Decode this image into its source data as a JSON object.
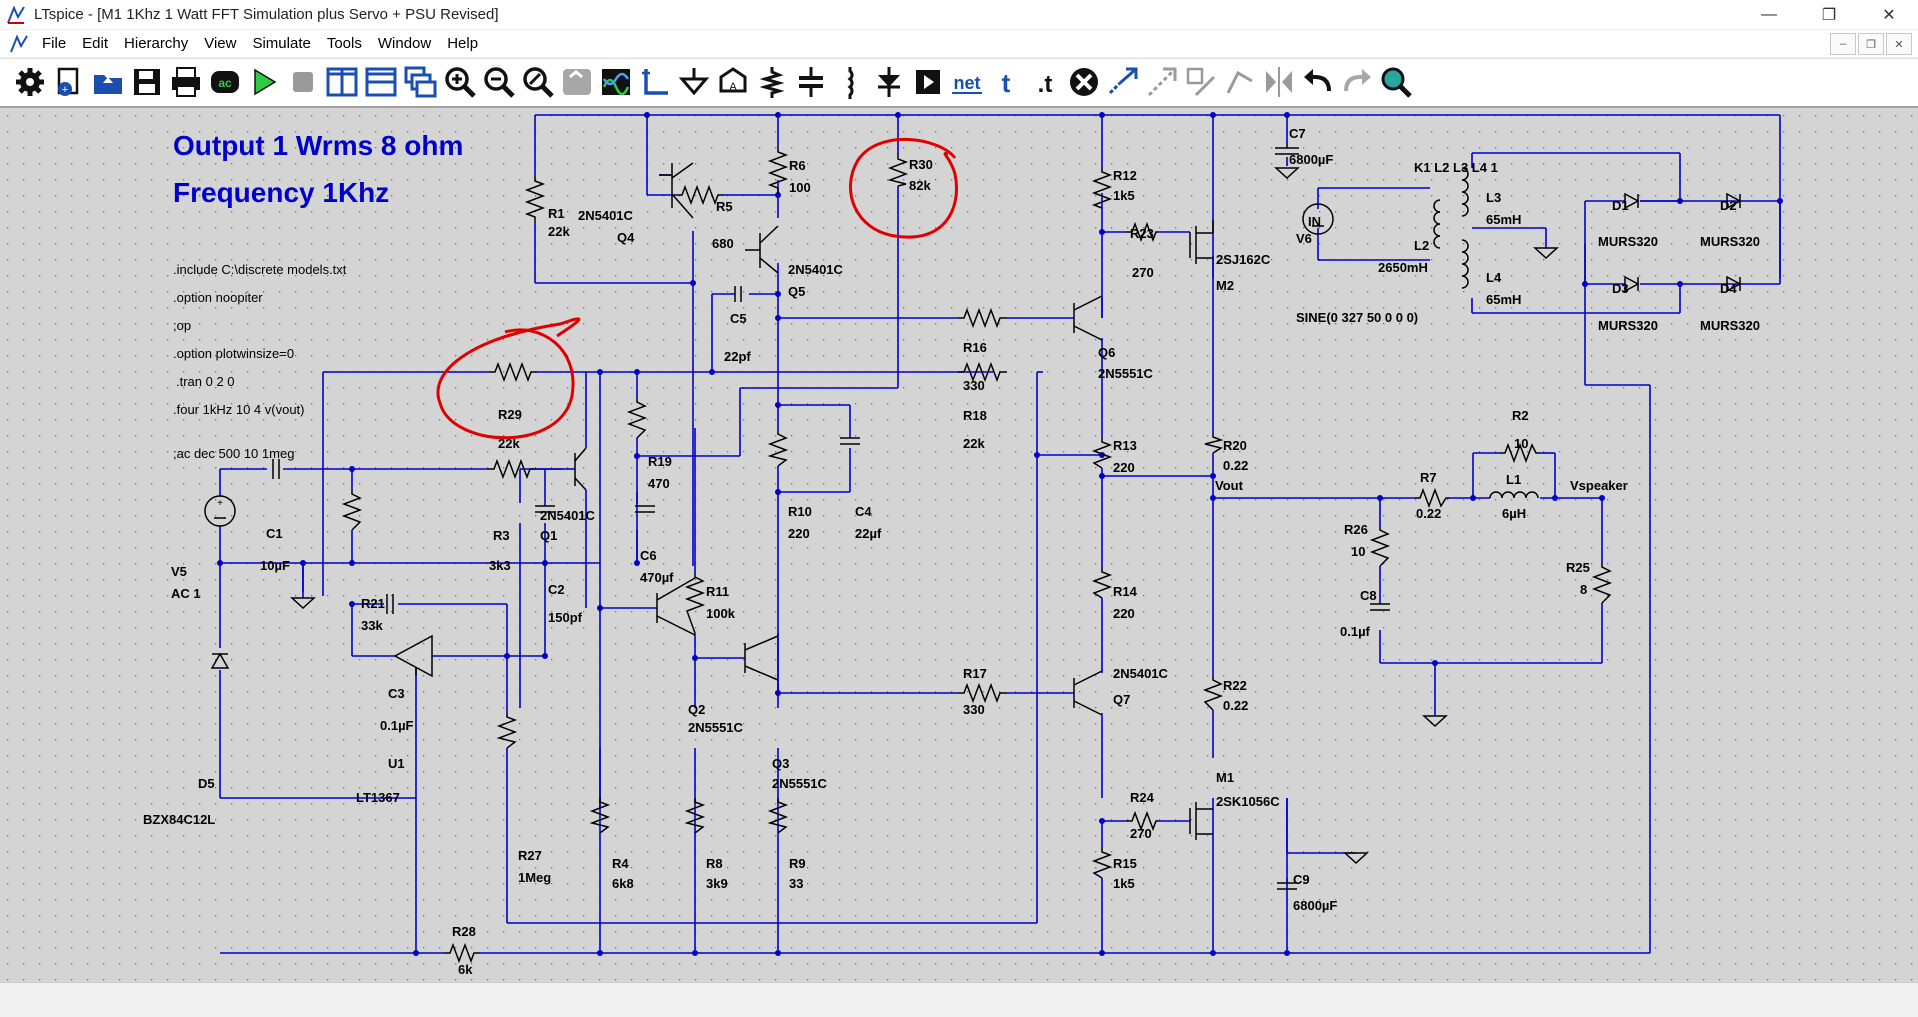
{
  "window": {
    "title": "LTspice - [M1 1Khz 1 Watt FFT Simulation plus Servo + PSU Revised]",
    "controls": [
      "—",
      "❐",
      "✕"
    ]
  },
  "menu": [
    "File",
    "Edit",
    "Hierarchy",
    "View",
    "Simulate",
    "Tools",
    "Window",
    "Help"
  ],
  "mdi_controls": [
    "–",
    "❐",
    "✕"
  ],
  "toolbar": {
    "net_label": "net",
    "t_label": "t",
    "dot_t_label": ".t",
    "ac_label": "ac"
  },
  "schematic": {
    "heading": "Output 1 Wrms 8 ohm",
    "subheading": "Frequency 1Khz",
    "directives": [
      ".include C:\\discrete models.txt",
      ".option noopiter",
      ";op",
      ".option plotwinsize=0",
      ".tran 0 2 0",
      ".four 1kHz 10 4 v(vout)",
      ";ac dec 500 10 1meg"
    ],
    "components": {
      "R1": {
        "name": "R1",
        "value": "22k"
      },
      "R2": {
        "name": "R2",
        "value": "10"
      },
      "R3": {
        "name": "R3",
        "value": "3k3"
      },
      "R4": {
        "name": "R4",
        "value": "6k8"
      },
      "R5": {
        "name": "R5",
        "value": "680"
      },
      "R6": {
        "name": "R6",
        "value": "100"
      },
      "R7": {
        "name": "R7",
        "value": "0.22"
      },
      "R8": {
        "name": "R8",
        "value": "3k9"
      },
      "R9": {
        "name": "R9",
        "value": "33"
      },
      "R10": {
        "name": "R10",
        "value": "220"
      },
      "R11": {
        "name": "R11",
        "value": "100k"
      },
      "R12": {
        "name": "R12",
        "value": "1k5"
      },
      "R13": {
        "name": "R13",
        "value": "220"
      },
      "R14": {
        "name": "R14",
        "value": "220"
      },
      "R15": {
        "name": "R15",
        "value": "1k5"
      },
      "R16": {
        "name": "R16",
        "value": "330"
      },
      "R17": {
        "name": "R17",
        "value": "330"
      },
      "R18": {
        "name": "R18",
        "value": "22k"
      },
      "R19": {
        "name": "R19",
        "value": "470"
      },
      "R20": {
        "name": "R20",
        "value": "0.22"
      },
      "R21": {
        "name": "R21",
        "value": "33k"
      },
      "R22": {
        "name": "R22",
        "value": "0.22"
      },
      "R23": {
        "name": "R23",
        "value": "270"
      },
      "R24": {
        "name": "R24",
        "value": "270"
      },
      "R25": {
        "name": "R25",
        "value": "8"
      },
      "R26": {
        "name": "R26",
        "value": "10"
      },
      "R27": {
        "name": "R27",
        "value": "1Meg"
      },
      "R28": {
        "name": "R28",
        "value": "6k"
      },
      "R29": {
        "name": "R29",
        "value": "22k"
      },
      "R30": {
        "name": "R30",
        "value": "82k"
      },
      "C1": {
        "name": "C1",
        "value": "10µF"
      },
      "C2": {
        "name": "C2",
        "value": "150pf"
      },
      "C3": {
        "name": "C3",
        "value": "0.1µF"
      },
      "C4": {
        "name": "C4",
        "value": "22µf"
      },
      "C5": {
        "name": "C5",
        "value": "22pf"
      },
      "C6": {
        "name": "C6",
        "value": "470µf"
      },
      "C7": {
        "name": "C7",
        "value": "6800µF"
      },
      "C8": {
        "name": "C8",
        "value": "0.1µf"
      },
      "C9": {
        "name": "C9",
        "value": "6800µF"
      },
      "Q1": {
        "name": "Q1",
        "value": "2N5401C"
      },
      "Q2": {
        "name": "Q2",
        "value": "2N5551C"
      },
      "Q3": {
        "name": "Q3",
        "value": "2N5551C"
      },
      "Q4": {
        "name": "Q4",
        "value": "2N5401C"
      },
      "Q5": {
        "name": "Q5",
        "value": "2N5401C"
      },
      "Q6": {
        "name": "Q6",
        "value": "2N5551C"
      },
      "Q7": {
        "name": "Q7",
        "value": "2N5401C"
      },
      "M1": {
        "name": "M1",
        "value": "2SK1056C"
      },
      "M2": {
        "name": "M2",
        "value": "2SJ162C"
      },
      "U1": {
        "name": "U1",
        "value": "LT1367"
      },
      "D1": {
        "name": "D1",
        "value": "MURS320"
      },
      "D2": {
        "name": "D2",
        "value": "MURS320"
      },
      "D3": {
        "name": "D3",
        "value": "MURS320"
      },
      "D4": {
        "name": "D4",
        "value": "MURS320"
      },
      "D5": {
        "name": "D5",
        "value": "BZX84C12L"
      },
      "L1": {
        "name": "L1",
        "value": "6µH"
      },
      "L2": {
        "name": "L2",
        "value": "2650mH"
      },
      "L3": {
        "name": "L3",
        "value": "65mH"
      },
      "L4": {
        "name": "L4",
        "value": "65mH"
      },
      "V5": {
        "name": "V5",
        "value": "AC 1"
      },
      "V6": {
        "name": "V6",
        "value": "SINE(0 327 50 0 0 0)"
      }
    },
    "coupling": "K1 L2 L3 L4 1",
    "net_labels": {
      "in": "IN",
      "vout": "Vout",
      "vspeaker": "Vspeaker"
    },
    "colors": {
      "wire": "#0000cc",
      "component": "#000000",
      "heading": "#0000cc",
      "annotation": "#e00000",
      "background": "#d4d4d4"
    }
  }
}
